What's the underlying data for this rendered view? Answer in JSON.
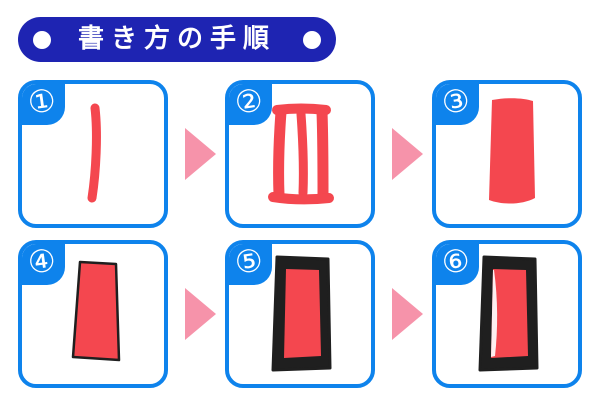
{
  "header": {
    "title": "書き方の手順",
    "decoration": "white-dot-left-and-right"
  },
  "colors": {
    "header_background": "#1e24b2",
    "panel_border": "#0e83ec",
    "badge_background": "#0e83ec",
    "marker_red": "#f4474f",
    "arrow_pink": "#f693aa",
    "outline_black": "#1f1f1f",
    "highlight_white": "#fdeef0",
    "background": "#ffffff"
  },
  "steps": [
    {
      "number": "①",
      "drawing": "red-vertical-stroke"
    },
    {
      "number": "②",
      "drawing": "red-rectangle-outline-with-center-stroke"
    },
    {
      "number": "③",
      "drawing": "red-filled-rectangle"
    },
    {
      "number": "④",
      "drawing": "red-rectangle-with-thin-black-outline"
    },
    {
      "number": "⑤",
      "drawing": "red-rectangle-with-thick-black-frame"
    },
    {
      "number": "⑥",
      "drawing": "red-rectangle-black-frame-with-white-highlight"
    }
  ],
  "arrows": {
    "direction": "right",
    "count": 4
  }
}
